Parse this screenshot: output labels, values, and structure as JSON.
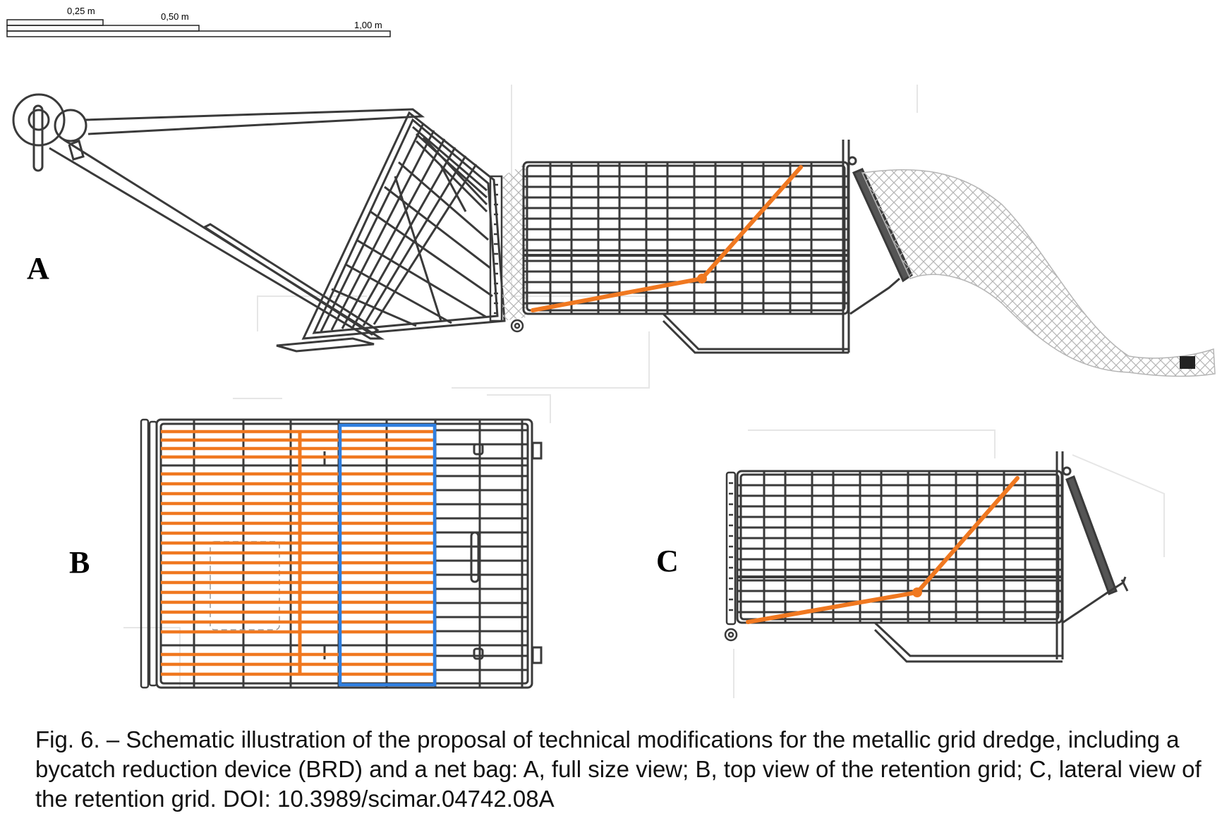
{
  "scale_bar": {
    "labels": [
      "0,25 m",
      "0,50 m",
      "1,00 m"
    ]
  },
  "panels": {
    "a": {
      "label": "A"
    },
    "b": {
      "label": "B"
    },
    "c": {
      "label": "C"
    }
  },
  "colors": {
    "line": "#3a3a3a",
    "modification_orange": "#f07820",
    "selection_blue": "#2f7fe0",
    "net": "#b5b5b5",
    "faint_guides": "#e6e6e6"
  },
  "caption": "Fig. 6. – Schematic illustration of the proposal of technical modifications for the metallic grid dredge, including a bycatch reduction device (BRD) and a net bag: A, full size view; B, top view of the retention grid; C, lateral view of the retention grid. DOI: 10.3989/scimar.04742.08A"
}
